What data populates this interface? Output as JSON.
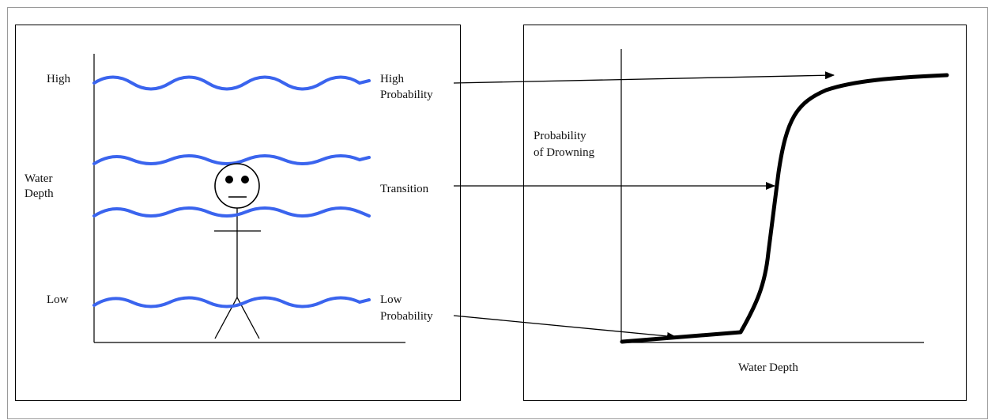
{
  "colors": {
    "wave": "#3a64ee",
    "line": "#000000",
    "curve": "#000000",
    "background": "#ffffff"
  },
  "left_panel": {
    "y_axis_title_line1": "Water",
    "y_axis_title_line2": "Depth",
    "y_label_high": "High",
    "y_label_low": "Low",
    "label_high_probability_line1": "High",
    "label_high_probability_line2": "Probability",
    "label_transition": "Transition",
    "label_low_probability_line1": "Low",
    "label_low_probability_line2": "Probability",
    "figure_icon": "stick-figure-icon"
  },
  "right_panel": {
    "y_axis_title_line1": "Probability",
    "y_axis_title_line2": "of Drowning",
    "x_axis_title": "Water Depth"
  }
}
